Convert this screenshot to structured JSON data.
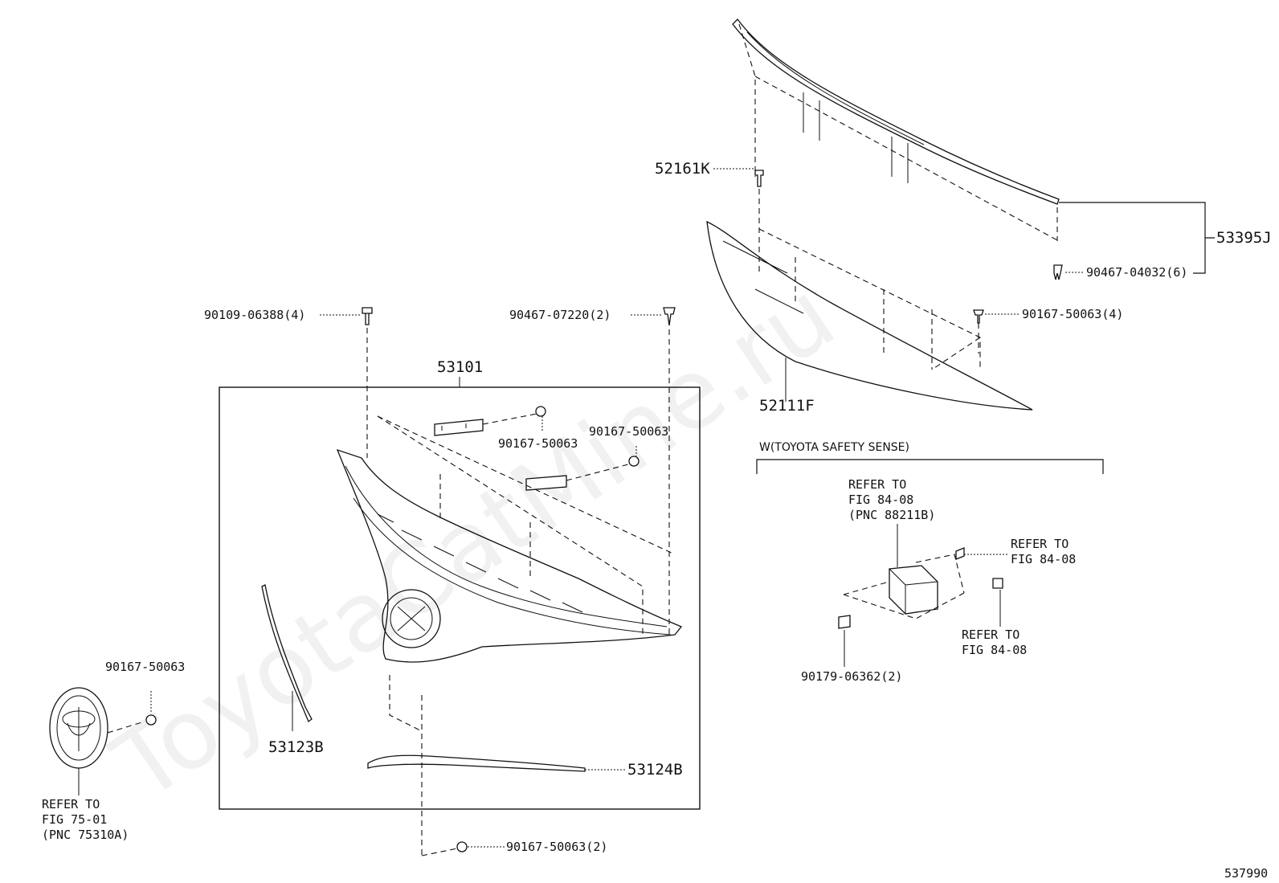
{
  "watermark": "ToyotaCatMine.ru",
  "diagram_id": "537990",
  "labels": {
    "p53395J": "53395J",
    "p52161K": "52161K",
    "p90467_04032": "90467-04032(6)",
    "p90167_50063_4": "90167-50063(4)",
    "p52111F": "52111F",
    "p90109_06388": "90109-06388(4)",
    "p90467_07220": "90467-07220(2)",
    "p53101": "53101",
    "p90167_50063_a": "90167-50063",
    "p90167_50063_b": "90167-50063",
    "p90167_50063_c": "90167-50063",
    "p53123B": "53123B",
    "p53124B": "53124B",
    "p90167_50063_2": "90167-50063(2)",
    "p90179_06362": "90179-06362(2)"
  },
  "notes": {
    "safety_sense_title": "W(TOYOTA SAFETY SENSE)",
    "ref_radar": [
      "REFER TO",
      "FIG 84-08",
      "(PNC 88211B)"
    ],
    "ref_bolt_a": [
      "REFER TO",
      "FIG 84-08"
    ],
    "ref_bolt_b": [
      "REFER TO",
      "FIG 84-08"
    ],
    "ref_emblem": [
      "REFER TO",
      "FIG 75-01",
      "(PNC 75310A)"
    ]
  }
}
